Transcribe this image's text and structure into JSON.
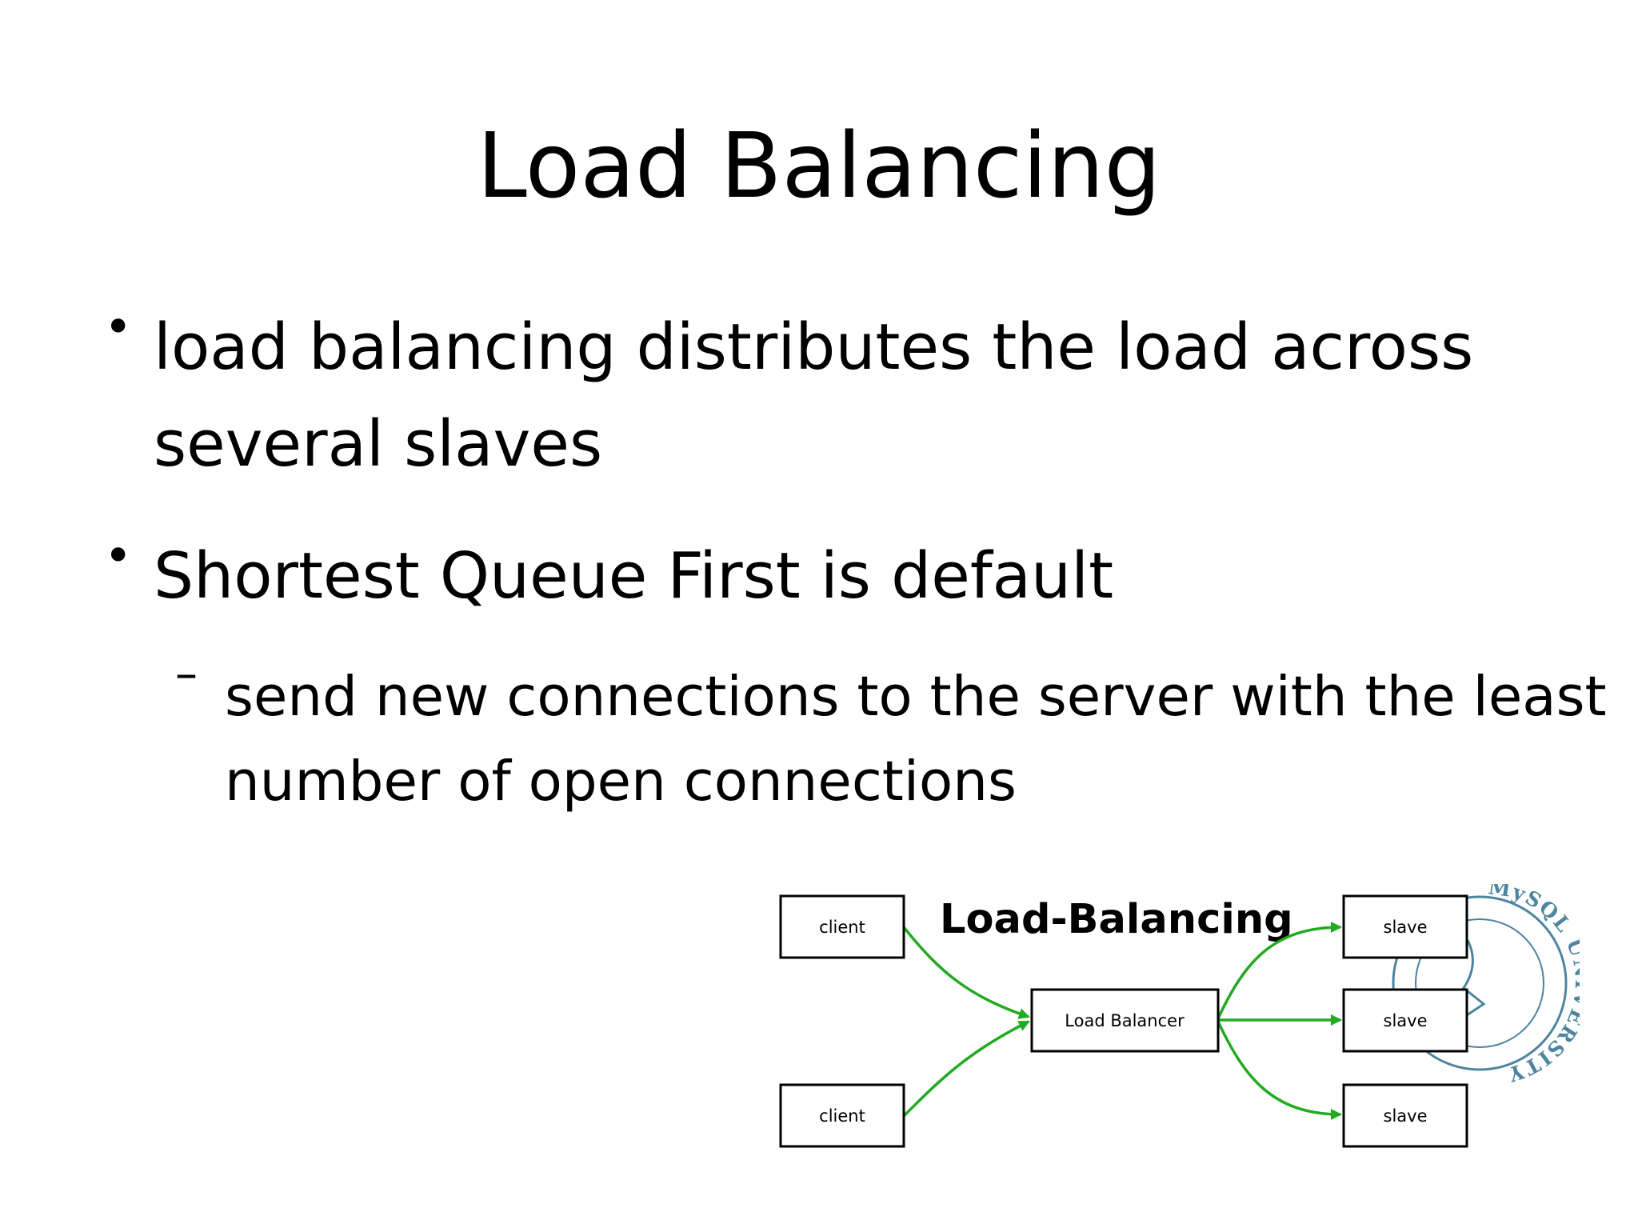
{
  "slide": {
    "title": "Load Balancing",
    "bullets": [
      {
        "marker": "•",
        "lines": [
          "load balancing distributes the load across",
          "several slaves"
        ]
      },
      {
        "marker": "•",
        "lines": [
          "Shortest Queue First is default"
        ]
      }
    ],
    "sub_bullets": [
      {
        "marker": "–",
        "lines": [
          "send new connections to the server with the least",
          "number of open connections"
        ]
      }
    ]
  },
  "diagram": {
    "title": "Load-Balancing",
    "nodes": {
      "client_top": "client",
      "client_bottom": "client",
      "balancer": "Load Balancer",
      "slave_top": "slave",
      "slave_middle": "slave",
      "slave_bottom": "slave"
    },
    "arrow_color": "#22aa22",
    "seal": {
      "text": "MySQL UNIVERSITY",
      "color": "#2f6f8f"
    }
  }
}
